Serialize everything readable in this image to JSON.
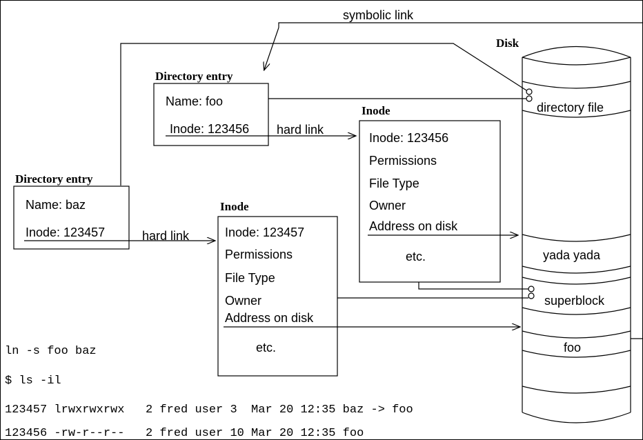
{
  "labels": {
    "symbolic_link": "symbolic link",
    "disk_title": "Disk",
    "hard_link_1": "hard link",
    "hard_link_2": "hard link"
  },
  "dir_entry_foo": {
    "title": "Directory entry",
    "name": "Name: foo",
    "inode": "Inode: 123456"
  },
  "dir_entry_baz": {
    "title": "Directory entry",
    "name": "Name: baz",
    "inode": "Inode: 123457"
  },
  "inode_1": {
    "title": "Inode",
    "inode": "Inode: 123456",
    "permissions": "Permissions",
    "file_type": "File Type",
    "owner": "Owner",
    "address": "Address on disk",
    "etc": "etc."
  },
  "inode_2": {
    "title": "Inode",
    "inode": "Inode: 123457",
    "permissions": "Permissions",
    "file_type": "File Type",
    "owner": "Owner",
    "address": "Address on disk",
    "etc": "etc."
  },
  "disk": {
    "directory_file": "directory file",
    "yada_yada": "yada yada",
    "superblock": "superblock",
    "foo": "foo"
  },
  "terminal": {
    "line1": "ln -s foo baz",
    "line2": "$ ls -il",
    "line3": "123457 lrwxrwxrwx   2 fred user 3  Mar 20 12:35 baz -> foo",
    "line4": "123456 -rw-r--r--   2 fred user 10 Mar 20 12:35 foo"
  }
}
